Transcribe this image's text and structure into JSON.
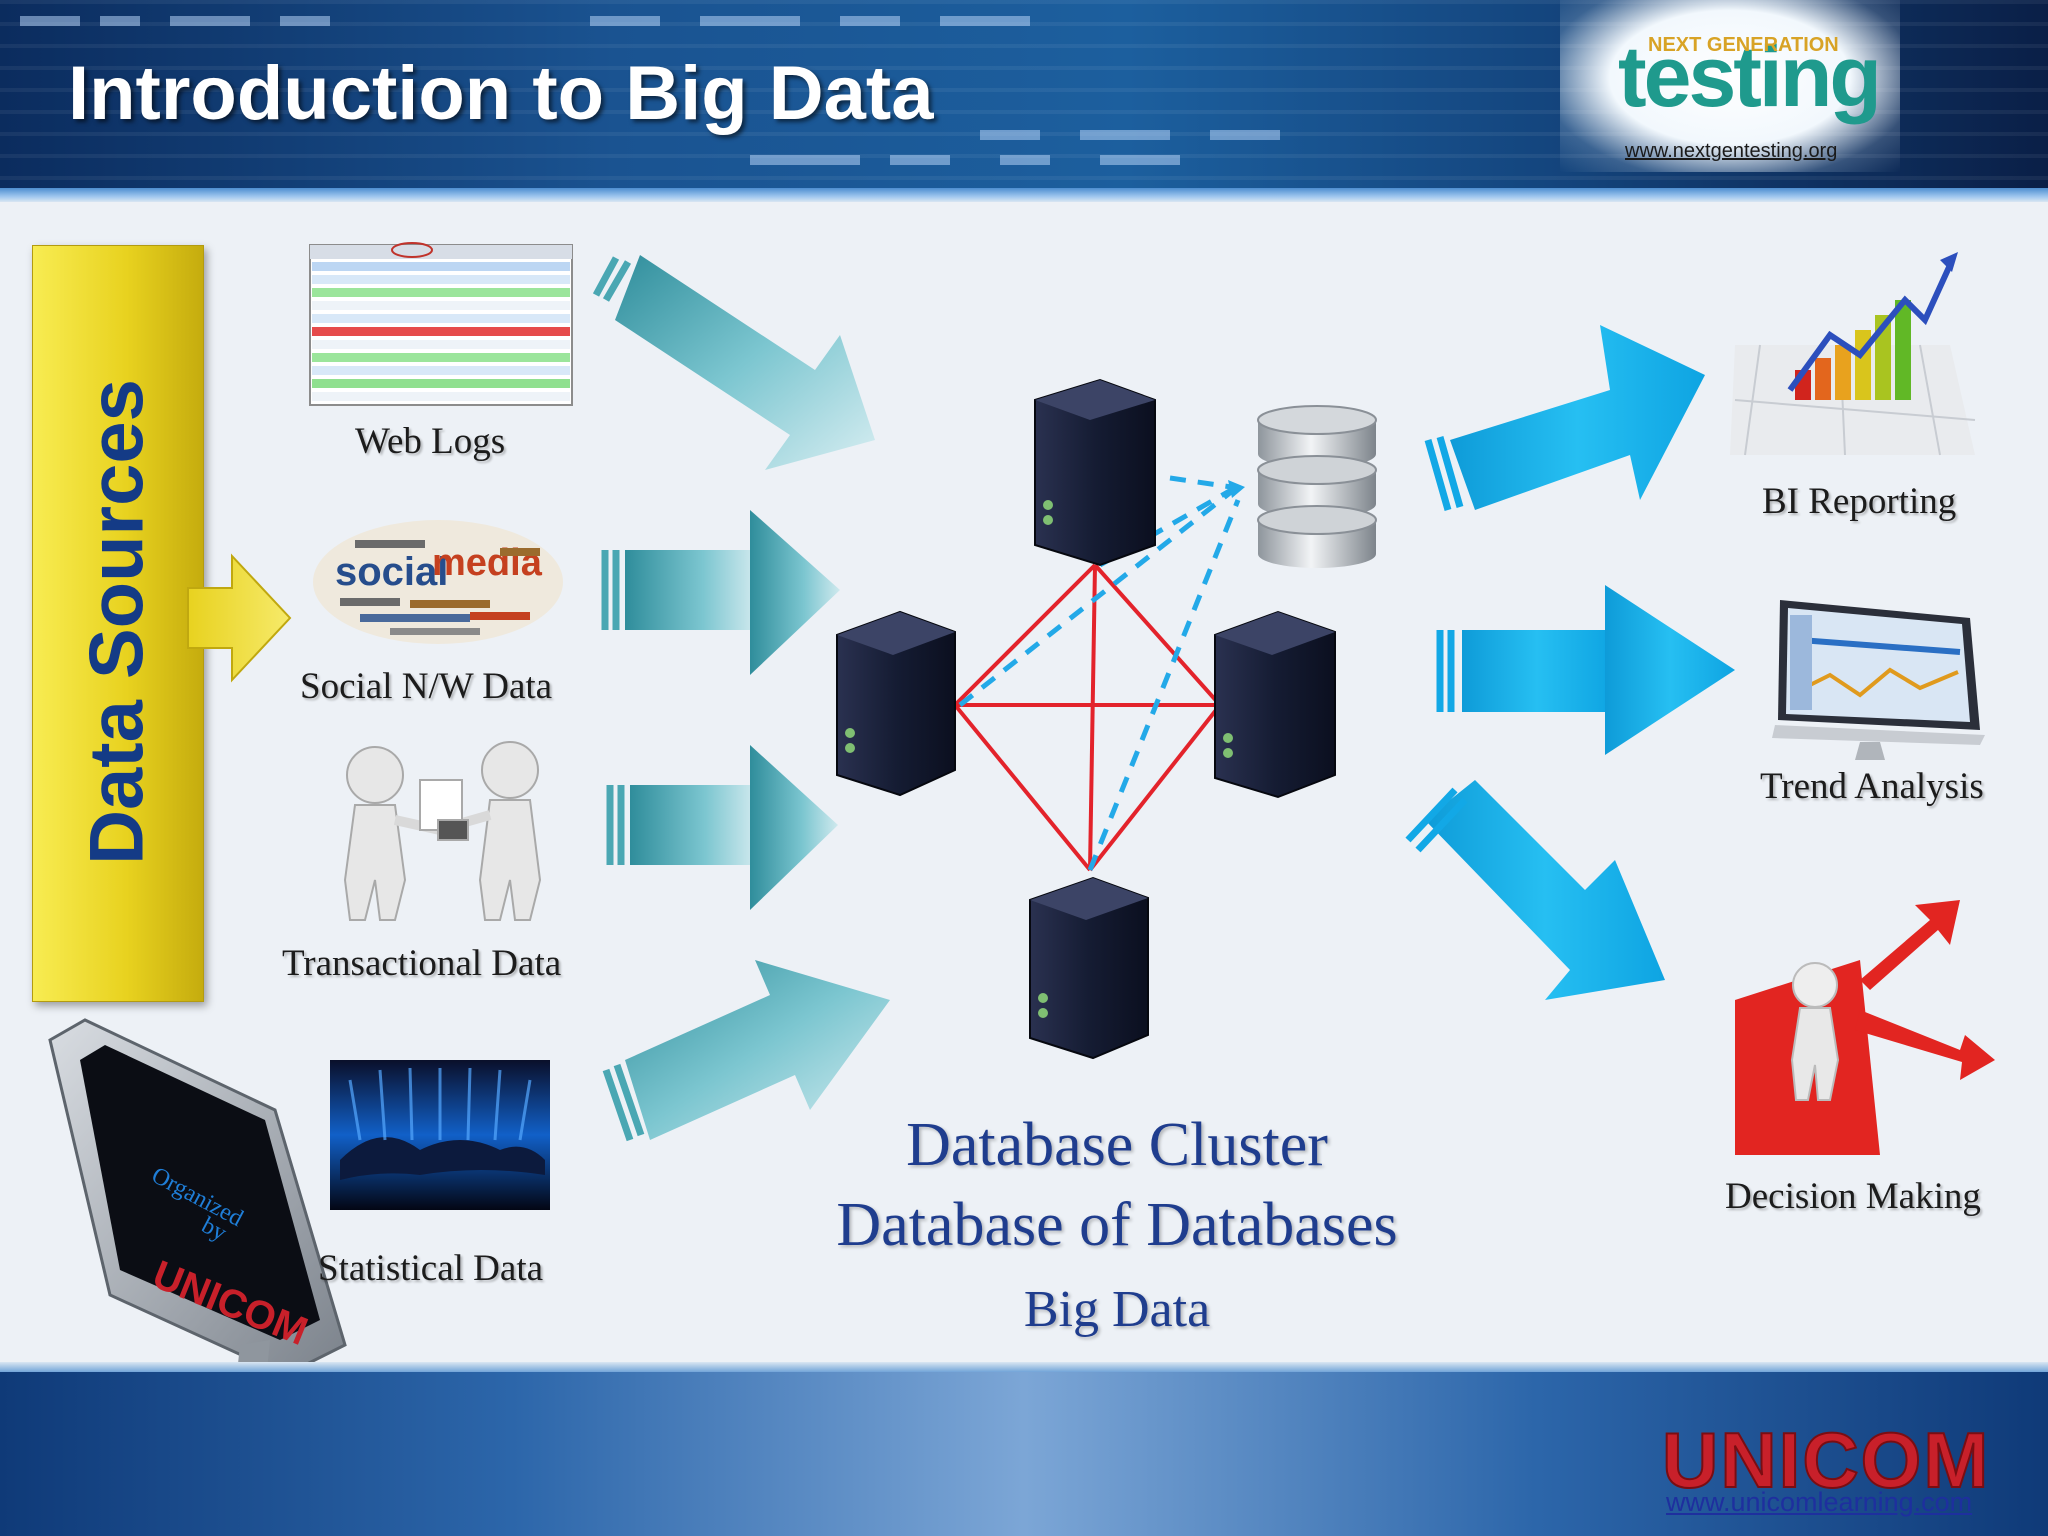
{
  "header": {
    "title": "Introduction to Big Data",
    "logo_small": "NEXT GENERATION",
    "logo_main": "testing",
    "logo_url": "www.nextgentesting.org"
  },
  "data_sources": {
    "banner": "Data Sources",
    "items": [
      {
        "label": "Web Logs"
      },
      {
        "label": "Social N/W Data"
      },
      {
        "label": "Transactional Data"
      },
      {
        "label": "Statistical Data"
      }
    ],
    "social_thumb_words": [
      "social",
      "media"
    ],
    "monitor_text": [
      "Organized",
      "by",
      "UNICOM"
    ]
  },
  "cluster": {
    "caption_line1": "Database Cluster",
    "caption_line2": "Database of Databases",
    "caption_line3": "Big Data"
  },
  "outputs": {
    "items": [
      {
        "label": "BI Reporting"
      },
      {
        "label": "Trend Analysis"
      },
      {
        "label": "Decision Making"
      }
    ]
  },
  "footer": {
    "logo": "UNICOM",
    "url": "www.unicomlearning.com"
  },
  "colors": {
    "title_text": "#ffffff",
    "caption_text": "#1f3d8e",
    "banner_yellow": "#e8d21f",
    "banner_text": "#143b86",
    "teal_arrow": "#4aa7b3",
    "cyan_arrow": "#19b6ee",
    "cluster_line": "#e3232b",
    "cluster_dashed": "#23a9e8",
    "server_dark": "#151c33"
  }
}
